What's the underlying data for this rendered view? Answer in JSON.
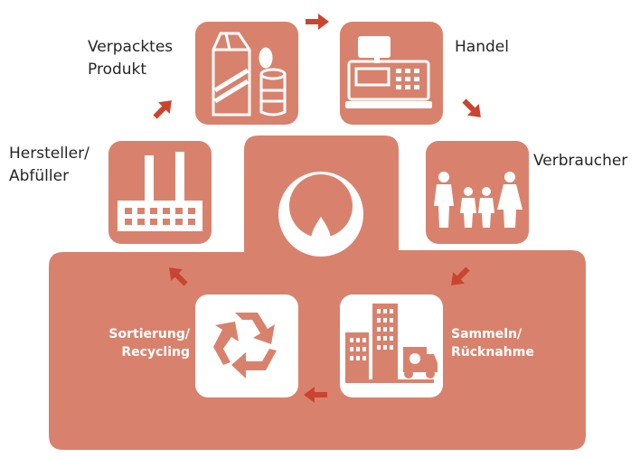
{
  "colors": {
    "main": "#d8826d",
    "arrow": "#c9452f",
    "icon": "#ffffff",
    "text": "#262626"
  },
  "stages": {
    "verpacktes_produkt": {
      "label": "Verpacktes\nProdukt",
      "icon": "carton-and-can-icon"
    },
    "handel": {
      "label": "Handel",
      "icon": "cash-register-icon"
    },
    "verbraucher": {
      "label": "Verbraucher",
      "icon": "family-icon"
    },
    "sammeln": {
      "label": "Sammeln/\nRücknahme",
      "icon": "city-truck-icon"
    },
    "sortierung": {
      "label": "Sortierung/\nRecycling",
      "icon": "recycling-icon"
    },
    "hersteller": {
      "label": "Hersteller/\nAbfüller",
      "icon": "factory-icon"
    }
  },
  "center_logo": {
    "icon": "drop-logo-icon"
  },
  "flow": [
    "hersteller",
    "verpacktes_produkt",
    "handel",
    "verbraucher",
    "sammeln",
    "sortierung",
    "hersteller"
  ]
}
